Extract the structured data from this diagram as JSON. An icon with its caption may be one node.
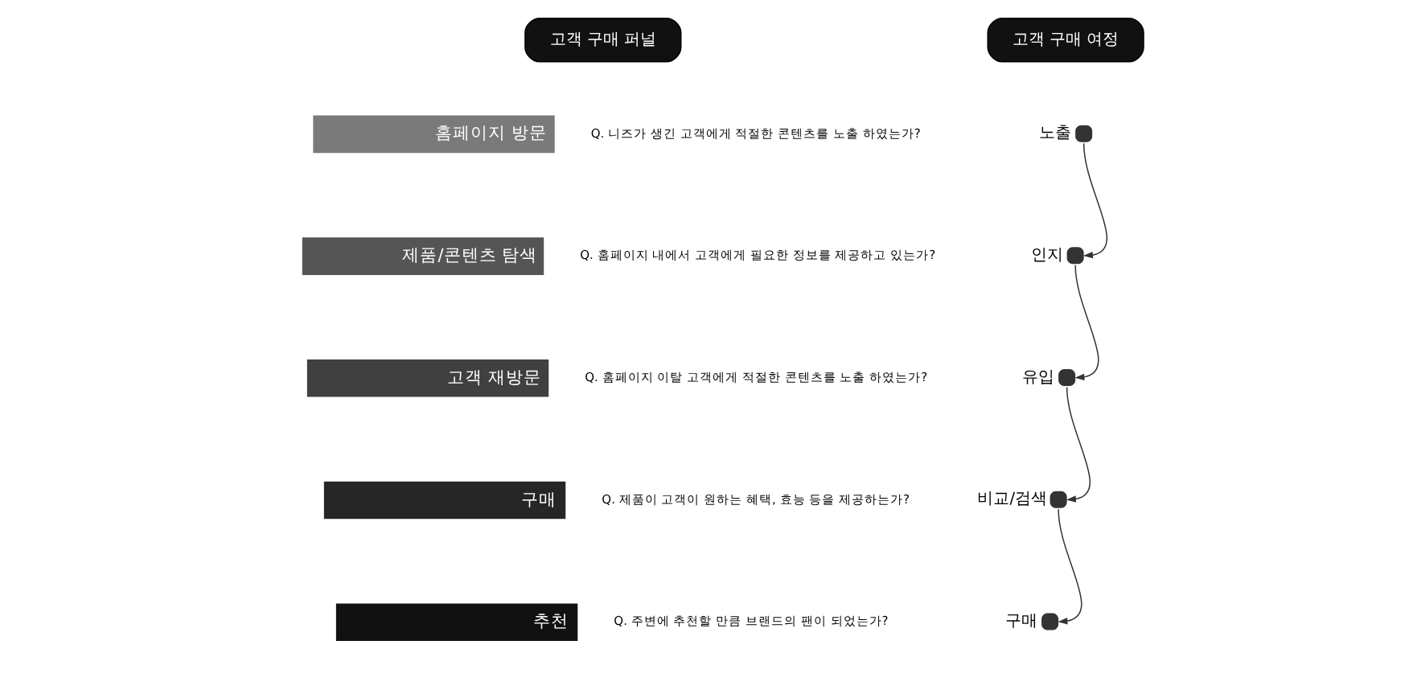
{
  "diagram": {
    "nodes": [
      {
        "text": [
          "고객 구매 퍼널"
        ]
      },
      {
        "text": [
          "홈페이지 방문"
        ],
        "beside": [
          "Q. 니즈가 생긴 고객에게 적절한 콘텐츠를 노출 하였는가?"
        ]
      },
      {
        "text": [
          "제품/콘텐츠 탐색"
        ],
        "beside": [
          "Q. 홈페이지 내에서 고객에게 필요한 정보를 제공하고 있는가?"
        ]
      },
      {
        "text": [
          "고객 재방문"
        ],
        "beside": [
          "Q. 홈페이지 이탈 고객에게 적절한 콘텐츠를 노출 하였는가?"
        ]
      },
      {
        "text": [
          "구매"
        ],
        "beside": [
          "Q. 제품이 고객이 원하는 혜택, 효능 등을 제공하는가?"
        ]
      },
      {
        "text": [
          "추천"
        ],
        "beside": [
          "Q. 주변에 추천할 만큼 브랜드의 팬이 되었는가?"
        ]
      },
      {
        "text": [
          "고객 구매 여정"
        ]
      },
      {
        "text": [
          "노출"
        ]
      },
      {
        "text": [
          "인지"
        ]
      },
      {
        "text": [
          "유입"
        ]
      },
      {
        "text": [
          "비교/검색"
        ]
      },
      {
        "text": [
          "구매"
        ]
      }
    ],
    "edges": [
      {
        "from": 7,
        "to": 8,
        "arrow": "to"
      },
      {
        "from": 8,
        "to": 9,
        "arrow": "to"
      },
      {
        "from": 9,
        "to": 10,
        "arrow": "to"
      },
      {
        "from": 10,
        "to": 11,
        "arrow": "to"
      }
    ]
  }
}
